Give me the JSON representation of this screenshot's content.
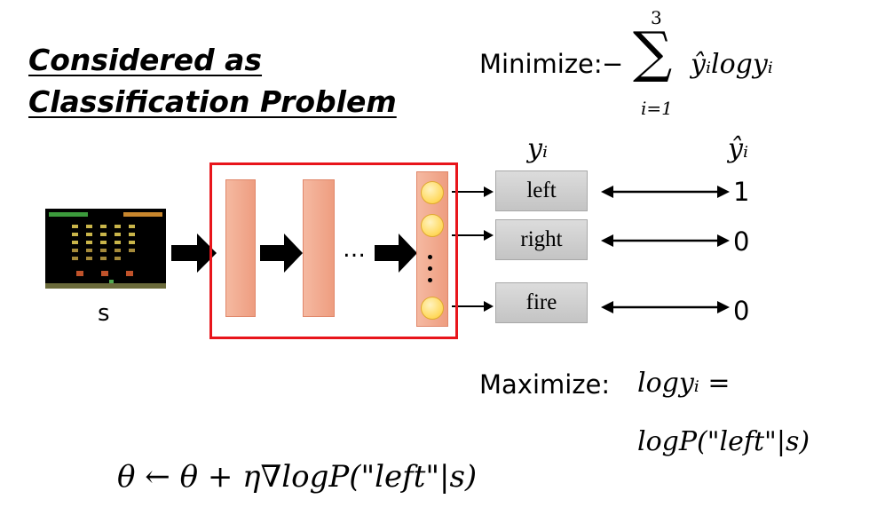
{
  "heading": {
    "line1": "Considered as",
    "line2": "Classification Problem"
  },
  "minimize": {
    "label": "Minimize:",
    "minus": "−",
    "sum_top": "3",
    "sum_bottom": "i=1",
    "sum_symbol": "∑",
    "term": "ŷᵢlogyᵢ"
  },
  "input_label": "s",
  "ellipsis": "…",
  "output_header": {
    "y": "yᵢ",
    "yhat": "ŷᵢ"
  },
  "actions": [
    {
      "label": "left",
      "target": "1"
    },
    {
      "label": "right",
      "target": "0"
    },
    {
      "label": "fire",
      "target": "0"
    }
  ],
  "maximize": {
    "label": "Maximize:",
    "expr1": "logyᵢ =",
    "expr2": "logP(\"left\"|s)"
  },
  "update_rule": "θ ← θ + η∇logP(\"left\"|s)",
  "colors": {
    "highlight": "#e8151b",
    "layer_fill": "#f2ab90",
    "node_fill": "#ffd85a"
  }
}
